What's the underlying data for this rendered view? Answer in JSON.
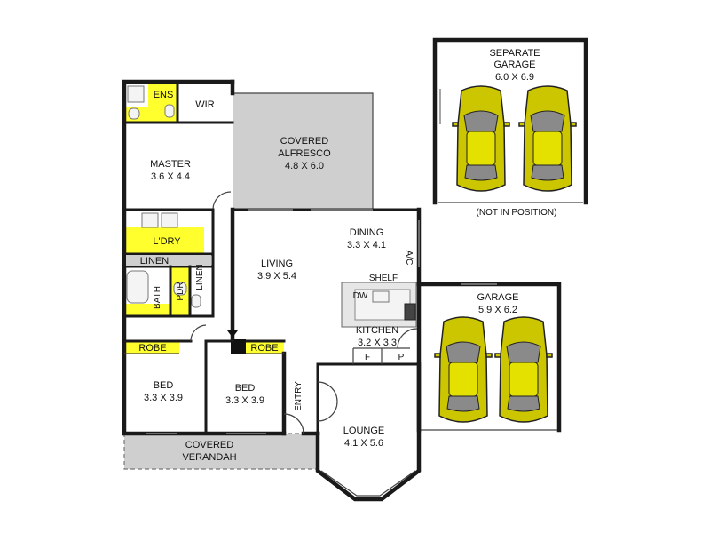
{
  "rooms": {
    "separate_garage": {
      "name": "SEPARATE",
      "name2": "GARAGE",
      "dims": "6.0 X 6.9",
      "note": "(NOT IN POSITION)"
    },
    "ens": {
      "name": "ENS"
    },
    "wir": {
      "name": "WIR"
    },
    "covered_alfresco": {
      "name": "COVERED",
      "name2": "ALFRESCO",
      "dims": "4.8 X 6.0"
    },
    "master": {
      "name": "MASTER",
      "dims": "3.6 X 4.4"
    },
    "laundry": {
      "name": "L'DRY"
    },
    "dining": {
      "name": "DINING",
      "dims": "3.3 X 4.1"
    },
    "ac": {
      "name": "A/C"
    },
    "linen_1": {
      "name": "LINEN"
    },
    "linen_2": {
      "name": "LINEN"
    },
    "living": {
      "name": "LIVING",
      "dims": "3.9 X 5.4"
    },
    "shelf": {
      "name": "SHELF"
    },
    "dw": {
      "name": "DW"
    },
    "pdr": {
      "name": "PDR"
    },
    "bath": {
      "name": "BATH"
    },
    "garage": {
      "name": "GARAGE",
      "dims": "5.9 X 6.2"
    },
    "kitchen": {
      "name": "KITCHEN",
      "dims": "3.2 X 3.3"
    },
    "robe_1": {
      "name": "ROBE"
    },
    "robe_2": {
      "name": "ROBE"
    },
    "fridge": {
      "name": "F"
    },
    "pantry": {
      "name": "P"
    },
    "bed_1": {
      "name": "BED",
      "dims": "3.3 X 3.9"
    },
    "bed_2": {
      "name": "BED",
      "dims": "3.3 X 3.9"
    },
    "entry": {
      "name": "ENTRY"
    },
    "lounge": {
      "name": "LOUNGE",
      "dims": "4.1 X 5.6"
    },
    "covered_verandah": {
      "name": "COVERED",
      "name2": "VERANDAH"
    }
  },
  "colors": {
    "wet_area_highlight": "#ffff2e",
    "outdoor_area": "#cfcfcf",
    "car": "#ccc600",
    "walls": "#1a1a1a"
  }
}
